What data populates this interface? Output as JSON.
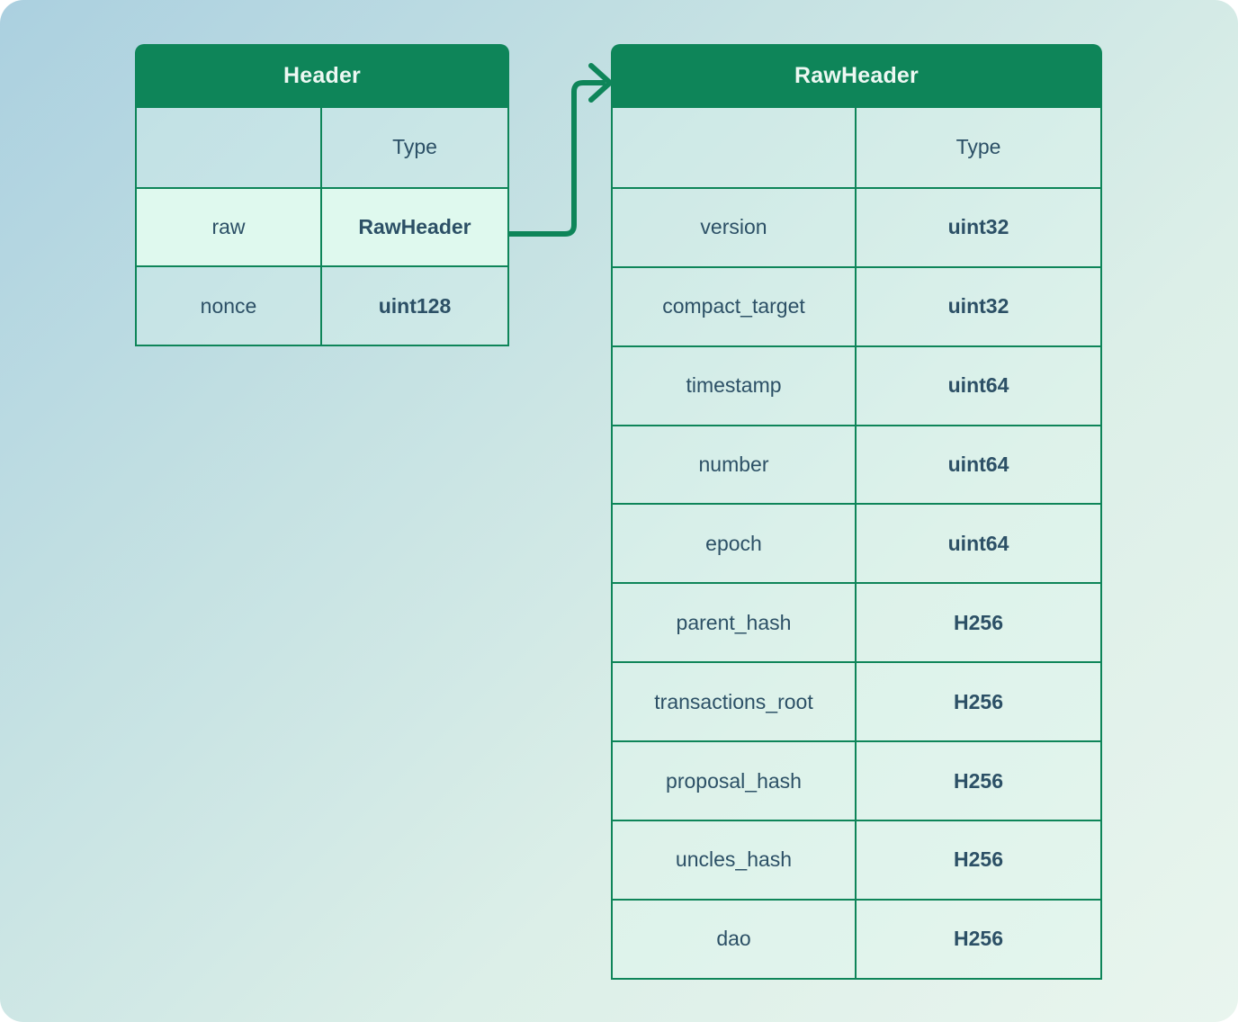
{
  "colors": {
    "accent_green": "#0e8559",
    "title_text": "#edf8f3",
    "cell_text": "#2c5066",
    "highlight_row_bg": "#dff9ee",
    "background_gradient_start": "#abd0e0",
    "background_gradient_end": "#e9f5ee"
  },
  "header_table": {
    "title": "Header",
    "type_column_label": "Type",
    "rows": [
      {
        "field": "raw",
        "type": "RawHeader",
        "highlight": true
      },
      {
        "field": "nonce",
        "type": "uint128"
      }
    ]
  },
  "raw_header_table": {
    "title": "RawHeader",
    "type_column_label": "Type",
    "rows": [
      {
        "field": "version",
        "type": "uint32"
      },
      {
        "field": "compact_target",
        "type": "uint32"
      },
      {
        "field": "timestamp",
        "type": "uint64"
      },
      {
        "field": "number",
        "type": "uint64"
      },
      {
        "field": "epoch",
        "type": "uint64"
      },
      {
        "field": "parent_hash",
        "type": "H256"
      },
      {
        "field": "transactions_root",
        "type": "H256"
      },
      {
        "field": "proposal_hash",
        "type": "H256"
      },
      {
        "field": "uncles_hash",
        "type": "H256"
      },
      {
        "field": "dao",
        "type": "H256"
      }
    ]
  },
  "arrow": {
    "name": "arrow-right",
    "from": "Header.raw (RawHeader cell)",
    "to": "RawHeader table",
    "color": "#0e8559"
  }
}
